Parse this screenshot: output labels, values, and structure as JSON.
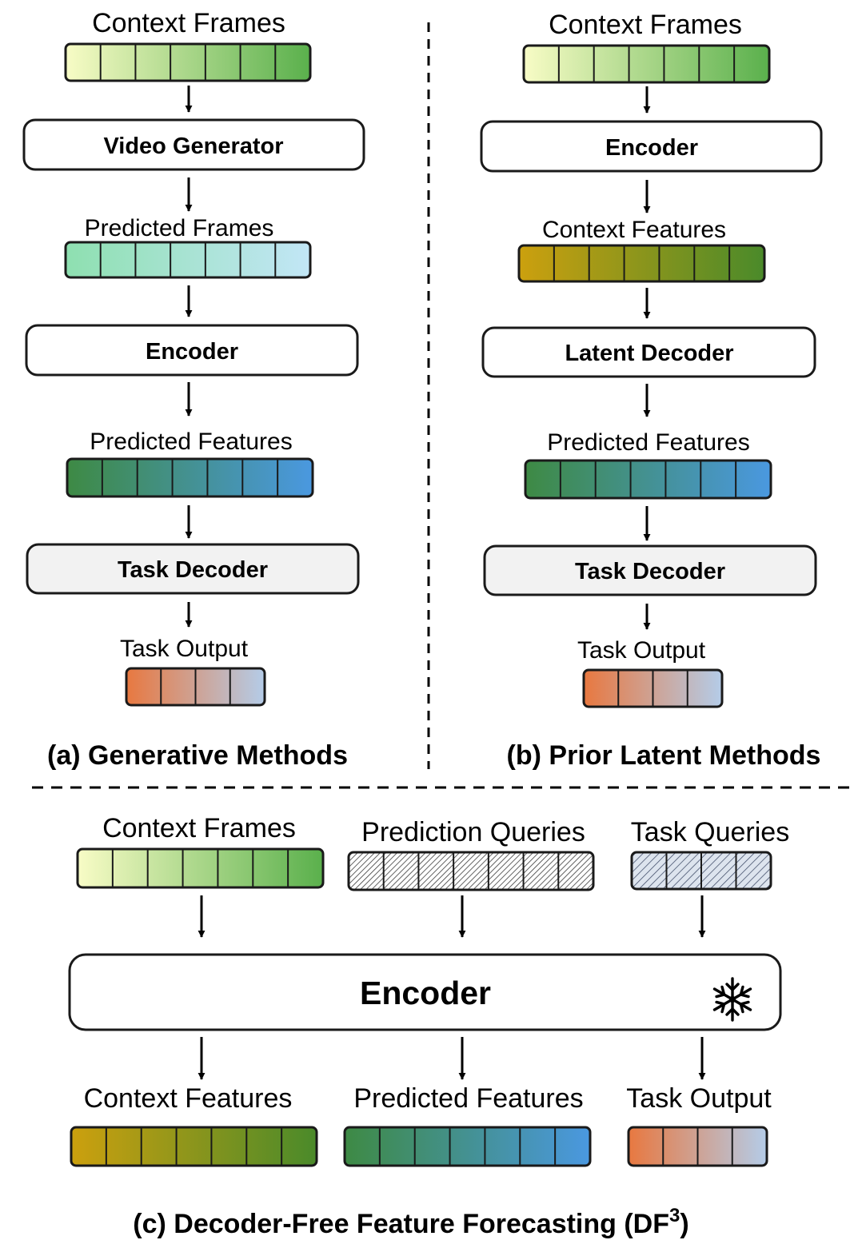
{
  "panels": {
    "a": {
      "caption": "(a) Generative Methods",
      "context_frames_label": "Context Frames",
      "video_generator_label": "Video Generator",
      "predicted_frames_label": "Predicted Frames",
      "encoder_label": "Encoder",
      "predicted_features_label": "Predicted Features",
      "task_decoder_label": "Task Decoder",
      "task_output_label": "Task Output"
    },
    "b": {
      "caption": "(b) Prior Latent Methods",
      "context_frames_label": "Context Frames",
      "encoder_label": "Encoder",
      "context_features_label": "Context Features",
      "latent_decoder_label": "Latent Decoder",
      "predicted_features_label": "Predicted Features",
      "task_decoder_label": "Task Decoder",
      "task_output_label": "Task Output"
    },
    "c": {
      "caption_main": "(c) Decoder-Free Feature Forecasting (DF",
      "caption_sup": "3",
      "caption_close": ")",
      "context_frames_label": "Context Frames",
      "prediction_queries_label": "Prediction Queries",
      "task_queries_label": "Task Queries",
      "encoder_label": "Encoder",
      "context_features_label": "Context Features",
      "predicted_features_label": "Predicted Features",
      "task_output_label": "Task Output",
      "frozen_icon": "snowflake-icon"
    }
  },
  "colors": {
    "context_frames": [
      "#f8fcc6",
      "#5ab04c"
    ],
    "predicted_frames": [
      "#8ee0b0",
      "#c2e6f6"
    ],
    "predicted_features": [
      "#3e8a44",
      "#4a98e0"
    ],
    "context_features": [
      "#cca00e",
      "#4a8a2a"
    ],
    "task_output": [
      "#e87840",
      "#b4cce8"
    ],
    "task_decoder_fill": "#f2f2f2",
    "module_fill": "#ffffff",
    "stroke": "#1a1a1a"
  }
}
